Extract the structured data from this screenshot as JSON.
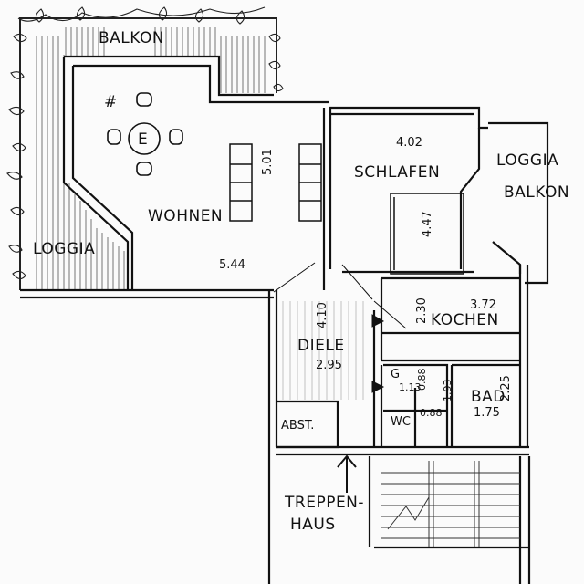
{
  "rooms": {
    "balkon": "BALKON",
    "loggia_left": "LOGGIA",
    "wohnen": "WOHNEN",
    "schlafen": "SCHLAFEN",
    "loggia_balkon_1": "LOGGIA",
    "loggia_balkon_2": "BALKON",
    "kochen": "KOCHEN",
    "diele": "DIELE",
    "bad": "BAD",
    "wc": "WC",
    "g": "G",
    "abst": "ABST.",
    "treppen_1": "TREPPEN-",
    "treppen_2": "HAUS"
  },
  "dimensions": {
    "wohnen_w": "5.44",
    "wohnen_h": "5.01",
    "schlafen_w": "4.02",
    "schlafen_h": "4.47",
    "kochen_w": "3.72",
    "kochen_h": "2.30",
    "diele_w": "2.95",
    "diele_h": "4.10",
    "bad_w": "1.75",
    "bad_h": "2.25",
    "wc_w": "0.88",
    "wc_h": "1.93",
    "g_w": "1.13",
    "g_h": "0.88"
  },
  "furniture": {
    "table_label": "E",
    "hash_mark": "#"
  }
}
